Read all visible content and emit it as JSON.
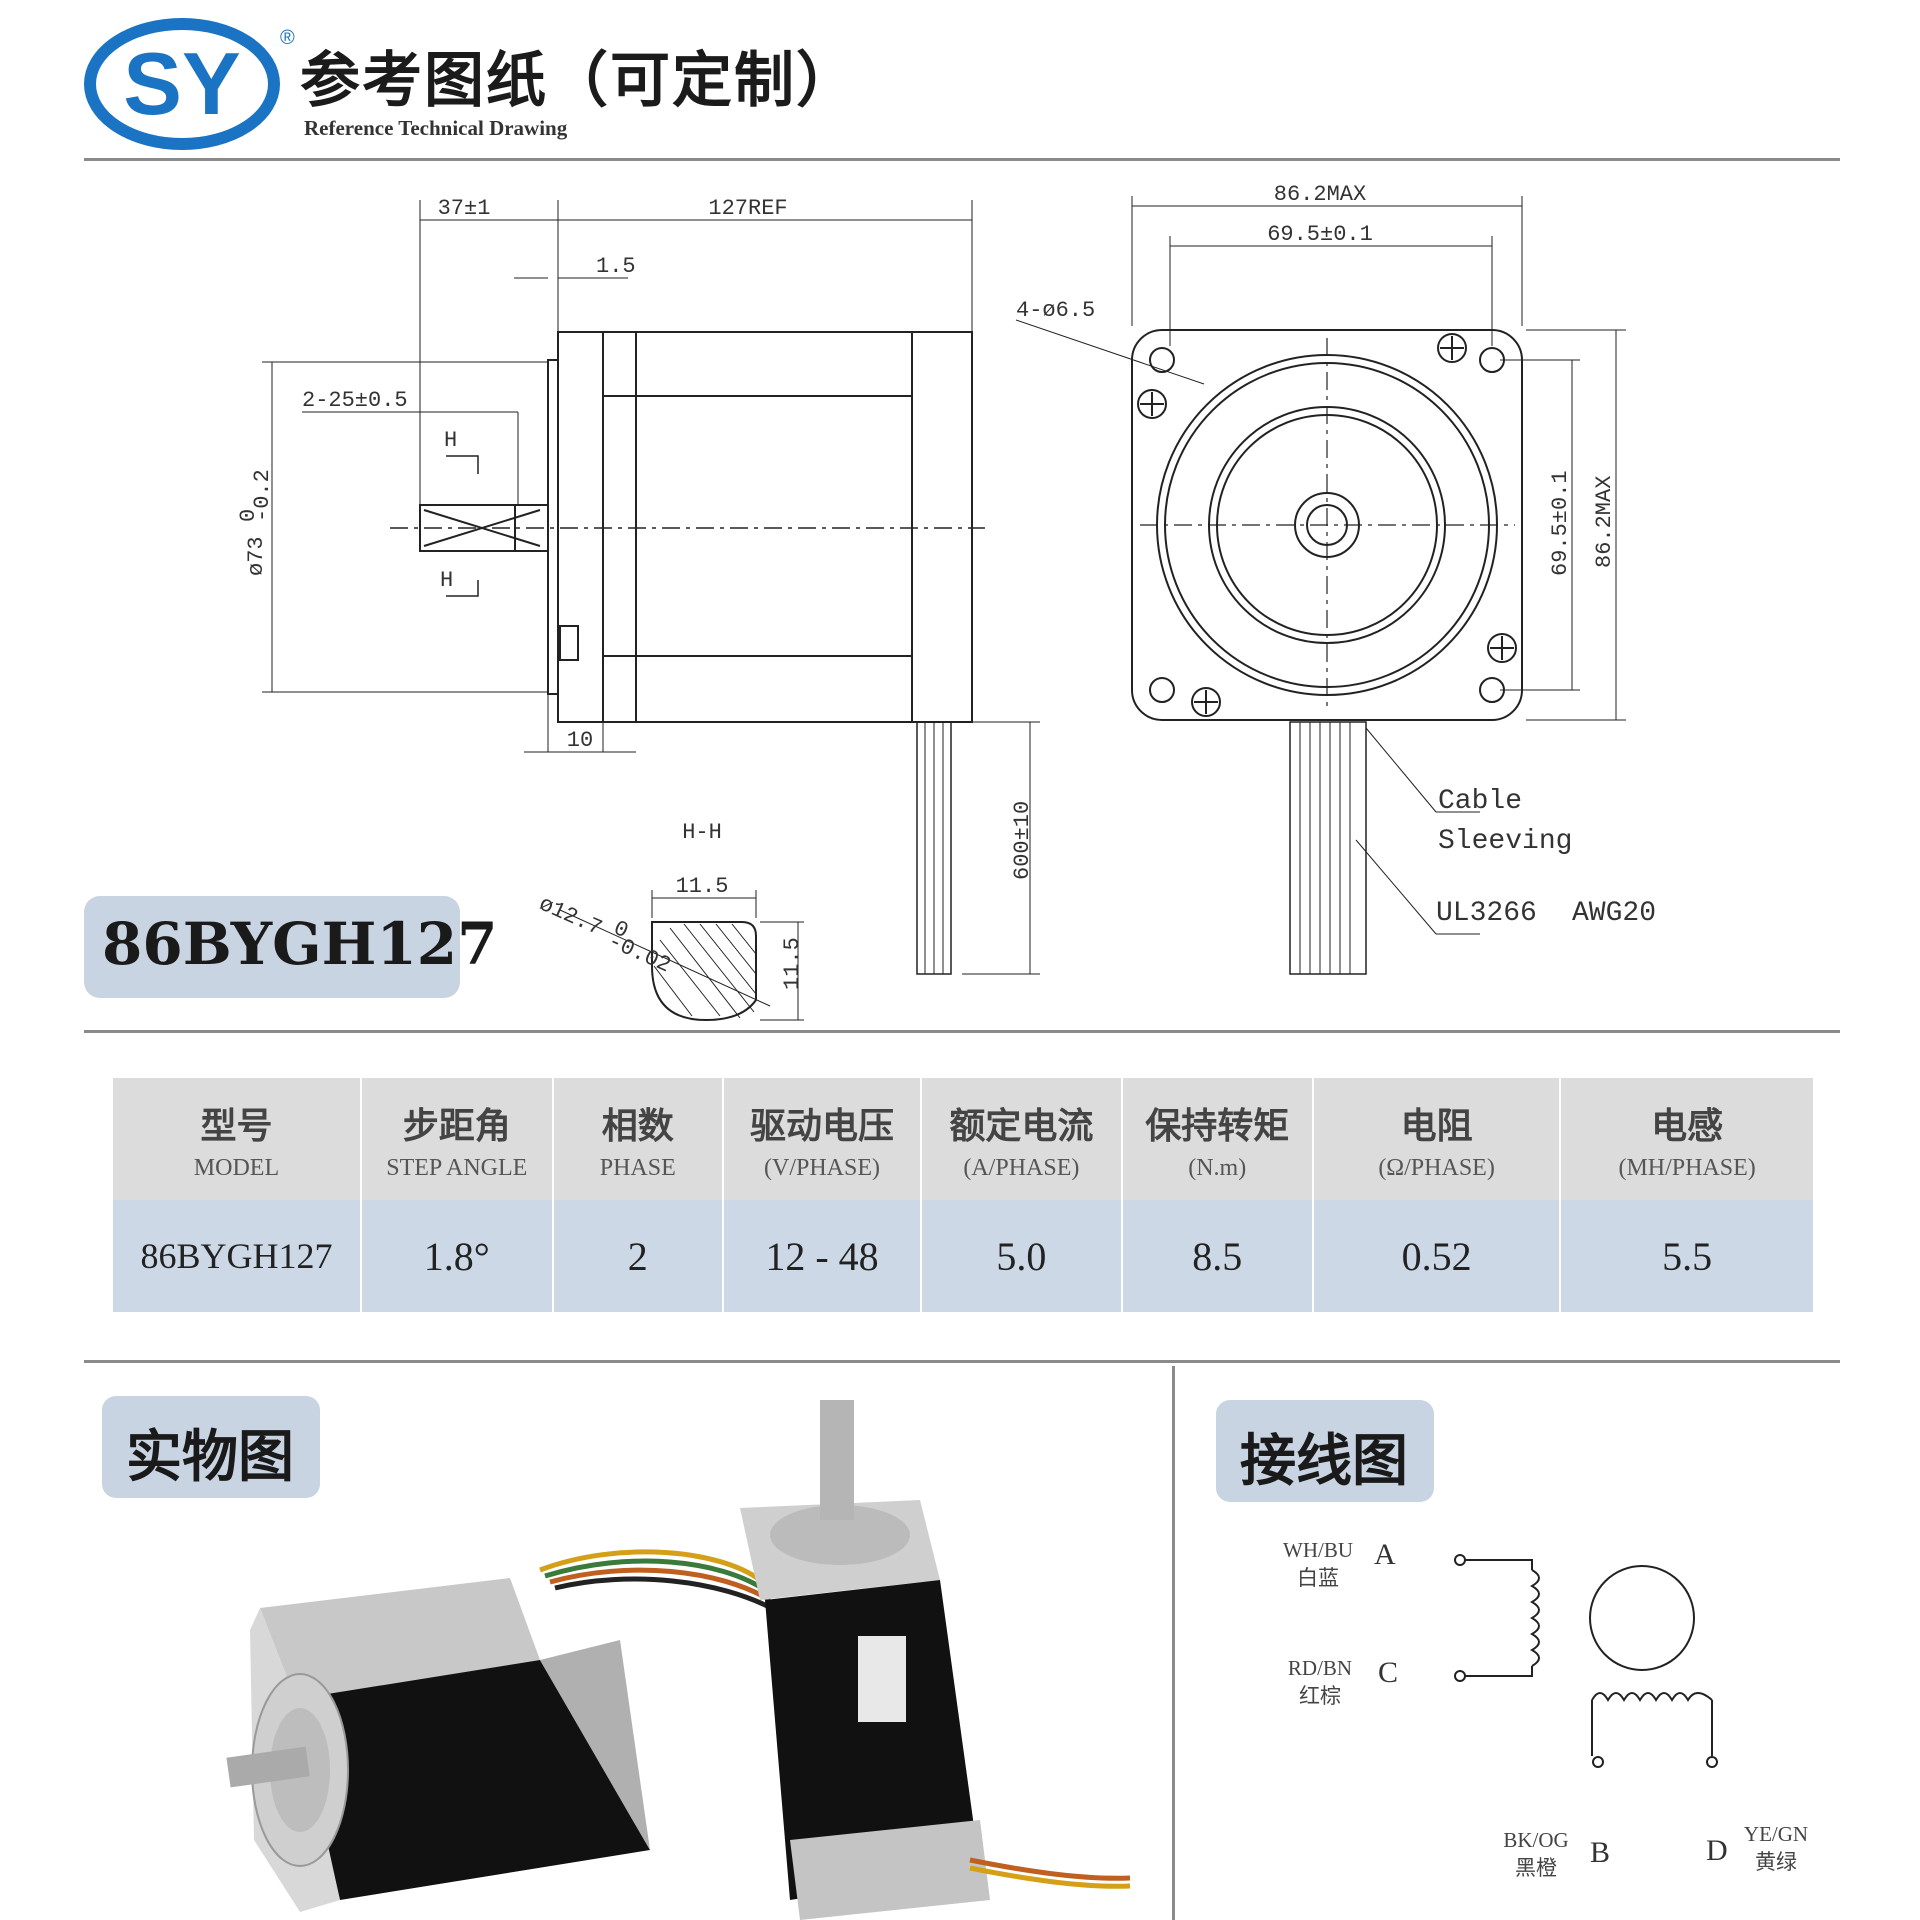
{
  "header": {
    "logo_text": "SY",
    "registered_mark": "®",
    "title_cn": "参考图纸（可定制）",
    "title_en": "Reference Technical Drawing"
  },
  "drawing": {
    "side_view": {
      "shaft_length": "37±1",
      "body_length": "127REF",
      "flange_thickness": "1.5",
      "key_length": "2-25±0.5",
      "section_mark_top": "H",
      "section_mark_bottom": "H",
      "pilot_diameter": "ø73",
      "pilot_tol_upper": "0",
      "pilot_tol_lower": "-0.2",
      "flange_offset": "10",
      "lead_length": "600±10"
    },
    "section_view": {
      "title": "H-H",
      "flat_width": "11.5",
      "flat_height": "11.5",
      "shaft_diameter": "ø12.7",
      "shaft_tol_upper": "0",
      "shaft_tol_lower": "-0.02"
    },
    "front_view": {
      "outer_width": "86.2MAX",
      "hole_spacing_h": "69.5±0.1",
      "holes": "4-ø6.5",
      "hole_spacing_v": "69.5±0.1",
      "outer_height": "86.2MAX",
      "cable_label_1": "Cable",
      "cable_label_2": "Sleeving",
      "wire_spec_1": "UL3266",
      "wire_spec_2": "AWG20"
    },
    "model_badge": "86BYGH127"
  },
  "spec_table": {
    "headers": [
      {
        "cn": "型号",
        "en": "MODEL"
      },
      {
        "cn": "步距角",
        "en": "STEP ANGLE"
      },
      {
        "cn": "相数",
        "en": "PHASE"
      },
      {
        "cn": "驱动电压",
        "en": "(V/PHASE)"
      },
      {
        "cn": "额定电流",
        "en": "(A/PHASE)"
      },
      {
        "cn": "保持转矩",
        "en": "(N.m)"
      },
      {
        "cn": "电阻",
        "en": "(Ω/PHASE)"
      },
      {
        "cn": "电感",
        "en": "(MH/PHASE)"
      }
    ],
    "row": [
      "86BYGH127",
      "1.8°",
      "2",
      "12 - 48",
      "5.0",
      "8.5",
      "0.52",
      "5.5"
    ]
  },
  "photo_section": {
    "title": "实物图"
  },
  "wiring_section": {
    "title": "接线图",
    "wires": [
      {
        "code": "WH/BU",
        "cn": "白蓝",
        "pin": "A"
      },
      {
        "code": "RD/BN",
        "cn": "红棕",
        "pin": "C"
      },
      {
        "code": "BK/OG",
        "cn": "黑橙",
        "pin": "B"
      },
      {
        "code": "YE/GN",
        "cn": "黄绿",
        "pin": "D"
      }
    ]
  },
  "colors": {
    "badge": "#c9d4e2",
    "logo_blue": "#1b73c4",
    "table_head": "#dcdcdc",
    "table_row": "#cdd8e6"
  }
}
